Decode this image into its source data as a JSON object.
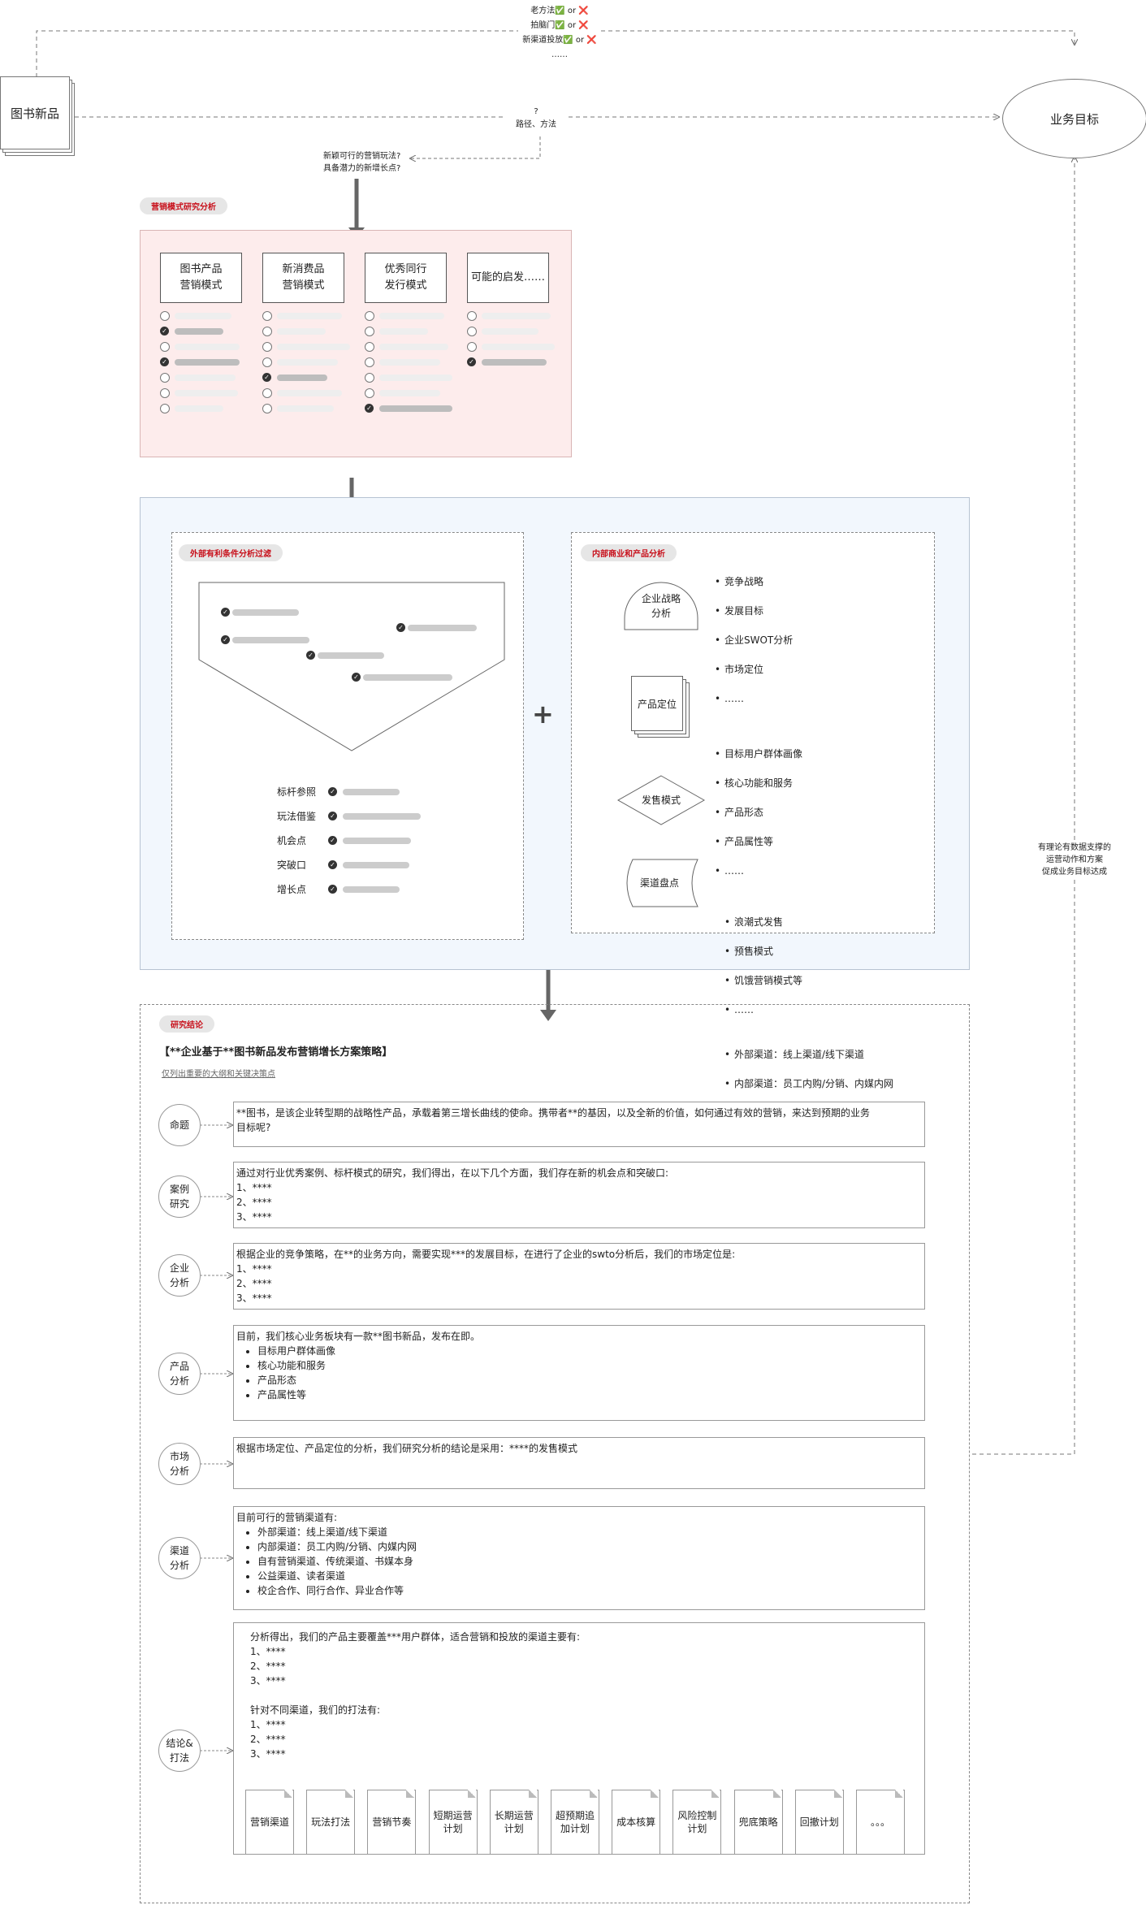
{
  "top": {
    "methods": [
      "老方法✅ or ❌",
      "拍脑门✅ or ❌",
      "新渠道投放✅ or ❌",
      "……"
    ],
    "book_node": "图书新品",
    "goal_node": "业务目标",
    "question_mark": "?",
    "path_label": "路径、方法",
    "question_lines": [
      "新颖可行的营销玩法?",
      "具备潜力的新增长点?"
    ]
  },
  "section1": {
    "tag": "营销模式研究分析",
    "columns": [
      {
        "title": "图书产品\n营销模式"
      },
      {
        "title": "新消费品\n营销模式"
      },
      {
        "title": "优秀同行\n发行模式"
      },
      {
        "title": "可能的启发……"
      }
    ]
  },
  "section2": {
    "left_tag": "外部有利条件分析过滤",
    "right_tag": "内部商业和产品分析",
    "plus": "+",
    "funnel_outputs": [
      "标杆参照",
      "玩法借鉴",
      "机会点",
      "突破口",
      "增长点"
    ],
    "internal": [
      {
        "shape": "企业战略\n分析",
        "items": [
          "竞争战略",
          "发展目标",
          "企业SWOT分析",
          "市场定位",
          "……"
        ]
      },
      {
        "shape": "产品定位",
        "items": [
          "目标用户群体画像",
          "核心功能和服务",
          "产品形态",
          "产品属性等",
          "……"
        ]
      },
      {
        "shape": "发售模式",
        "items": [
          "浪潮式发售",
          "预售模式",
          "饥饿营销模式等",
          "……"
        ]
      },
      {
        "shape": "渠道盘点",
        "items": [
          "外部渠道：线上渠道/线下渠道",
          "内部渠道：员工内购/分销、内媒内网",
          "自有营销渠道、传统渠道、书媒本身",
          "公益渠道、读者渠道",
          "校企合作、同行合作、异业合作等",
          "……"
        ]
      }
    ]
  },
  "right_note": [
    "有理论有数据支撑的",
    "运营动作和方案",
    "促成业务目标达成"
  ],
  "section3": {
    "tag": "研究结论",
    "title": "【**企业基于**图书新品发布营销增长方案策略】",
    "subtitle": "仅列出重要的大纲和关键决策点",
    "rows": [
      {
        "label": "命题",
        "text": [
          "**图书，是该企业转型期的战略性产品，承载着第三增长曲线的使命。携带者**的基因，以及全新的价值，如何通过有效的营销，来达到预期的业务",
          "目标呢?"
        ]
      },
      {
        "label": "案例\n研究",
        "text": [
          "通过对行业优秀案例、标杆模式的研究，我们得出，在以下几个方面，我们存在新的机会点和突破口:",
          "1、****",
          "2、****",
          "3、****"
        ]
      },
      {
        "label": "企业\n分析",
        "text": [
          "根据企业的竞争策略，在**的业务方向，需要实现***的发展目标，在进行了企业的swto分析后，我们的市场定位是:",
          "1、****",
          "2、****",
          "3、****"
        ]
      },
      {
        "label": "产品\n分析",
        "text": [
          "目前，我们核心业务板块有一款**图书新品，发布在即。"
        ],
        "bullets": [
          "目标用户群体画像",
          "核心功能和服务",
          "产品形态",
          "产品属性等"
        ]
      },
      {
        "label": "市场\n分析",
        "text": [
          "根据市场定位、产品定位的分析，我们研究分析的结论是采用：****的发售模式"
        ]
      },
      {
        "label": "渠道\n分析",
        "text": [
          "目前可行的营销渠道有:"
        ],
        "bullets": [
          "外部渠道：线上渠道/线下渠道",
          "内部渠道：员工内购/分销、内媒内网",
          "自有营销渠道、传统渠道、书媒本身",
          "公益渠道、读者渠道",
          "校企合作、同行合作、异业合作等"
        ]
      },
      {
        "label": "结论&\n打法",
        "text": [
          "分析得出，我们的产品主要覆盖***用户群体，适合营销和投放的渠道主要有:",
          "1、****",
          "2、****",
          "3、****",
          "",
          "针对不同渠道，我们的打法有:",
          "1、****",
          "2、****",
          "3、****"
        ]
      }
    ],
    "docs": [
      "营销渠道",
      "玩法打法",
      "营销节奏",
      "短期运营\n计划",
      "长期运营\n计划",
      "超预期追\n加计划",
      "成本核算",
      "风险控制\n计划",
      "兜底策略",
      "回撤计划",
      "。。。"
    ]
  }
}
